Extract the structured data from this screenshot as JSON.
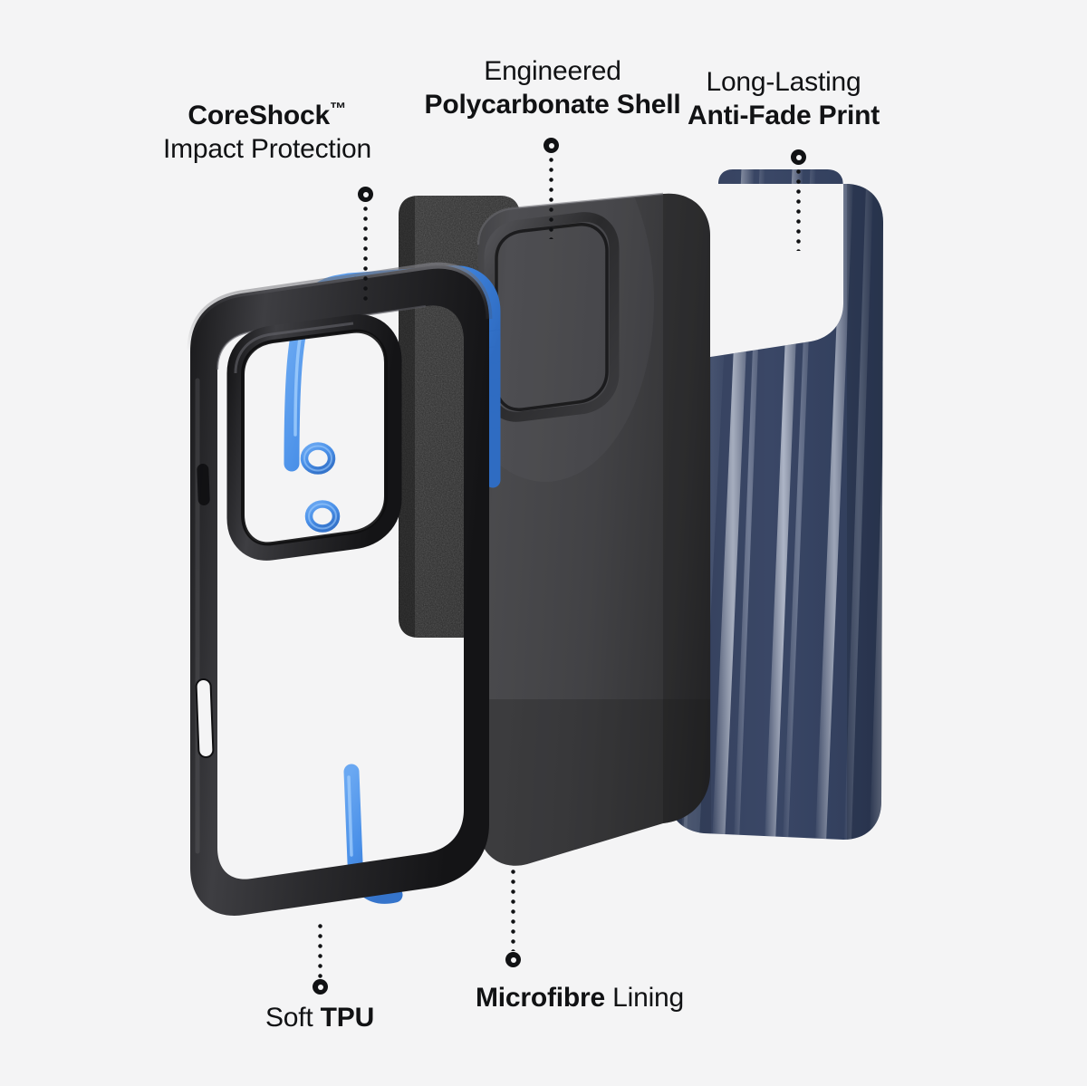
{
  "graphic": {
    "title": "Exploded view of a protective phone case",
    "background_color": "#f4f4f5",
    "text_color": "#111214",
    "accent_blue": "#4a90e8",
    "navy_print": "#33405e",
    "shell_black": "#3a3a3c",
    "microfibre_grey": "#2e2e2e"
  },
  "callouts": [
    {
      "id": "coreshock",
      "line1": "CoreShock",
      "trademark": "™",
      "line2": "Impact Protection",
      "line1_weight": "bold",
      "line2_weight": "regular",
      "position": "top-left"
    },
    {
      "id": "polycarbonate",
      "line1": "Engineered",
      "line2": "Polycarbonate Shell",
      "line1_weight": "regular",
      "line2_weight": "bold",
      "position": "top-center"
    },
    {
      "id": "anti-fade",
      "line1": "Long-Lasting",
      "line2": "Anti-Fade Print",
      "line1_weight": "regular",
      "line2_weight": "bold",
      "position": "top-right"
    },
    {
      "id": "tpu",
      "line1": "Soft ",
      "line2": "TPU",
      "line1_weight": "regular",
      "line2_weight": "bold",
      "position": "bottom-left"
    },
    {
      "id": "microfibre",
      "line1": "Microfibre",
      "line2": " Lining",
      "line1_weight": "bold",
      "line2_weight": "regular",
      "position": "bottom-center"
    }
  ],
  "layers": [
    {
      "id": "tpu-bumper",
      "name": "Soft TPU bumper frame with CoreShock airbags"
    },
    {
      "id": "polycarbonate-shell",
      "name": "Engineered polycarbonate shell with microfibre lining"
    },
    {
      "id": "printed-panel",
      "name": "Long-lasting anti-fade printed navy panel"
    }
  ]
}
